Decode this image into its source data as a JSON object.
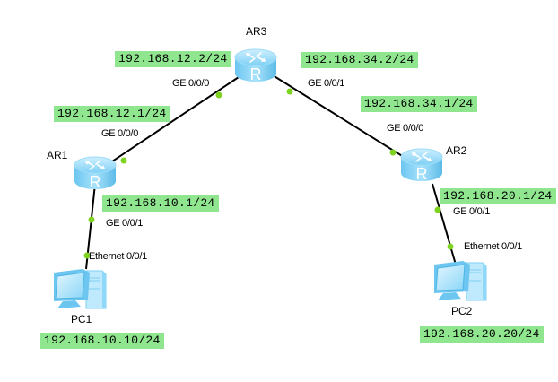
{
  "devices": {
    "ar3": {
      "name": "AR3",
      "type": "router"
    },
    "ar1": {
      "name": "AR1",
      "type": "router"
    },
    "ar2": {
      "name": "AR2",
      "type": "router"
    },
    "pc1": {
      "name": "PC1",
      "type": "pc"
    },
    "pc2": {
      "name": "PC2",
      "type": "pc"
    }
  },
  "interfaces": {
    "ar3_g000": "GE 0/0/0",
    "ar3_g001": "GE 0/0/1",
    "ar1_g000": "GE 0/0/0",
    "ar1_g001": "GE 0/0/1",
    "ar2_g000": "GE 0/0/0",
    "ar2_g001": "GE 0/0/1",
    "pc1_eth": "Ethernet 0/0/1",
    "pc2_eth": "Ethernet 0/0/1"
  },
  "ip_labels": {
    "ar3_g000": "192.168.12.2/24",
    "ar3_g001": "192.168.34.2/24",
    "ar1_g000": "192.168.12.1/24",
    "ar1_g001": "192.168.10.1/24",
    "ar2_g000": "192.168.34.1/24",
    "ar2_g001": "192.168.20.1/24",
    "pc1": "192.168.10.10/24",
    "pc2": "192.168.20.20/24"
  },
  "links": [
    {
      "from": "AR1",
      "to": "AR3"
    },
    {
      "from": "AR3",
      "to": "AR2"
    },
    {
      "from": "AR1",
      "to": "PC1"
    },
    {
      "from": "AR2",
      "to": "PC2"
    }
  ],
  "colors": {
    "label_bg": "#8fe68f",
    "port_dot": "#7ed321",
    "link": "#000000",
    "device": "#7fd3f7"
  }
}
